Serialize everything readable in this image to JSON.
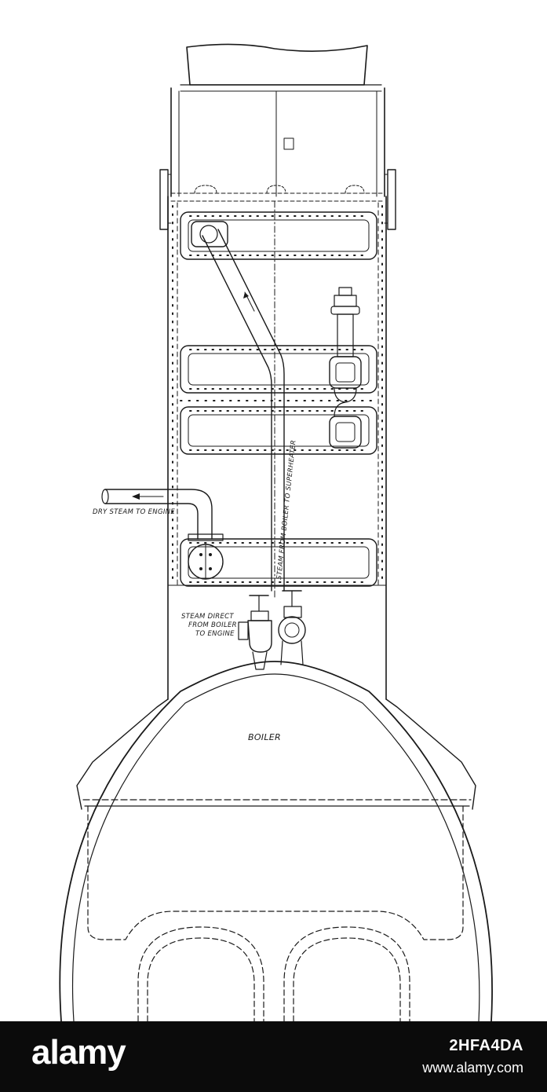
{
  "diagram": {
    "labels": {
      "dry_steam": "DRY STEAM TO ENGINE",
      "steam_pipe": "STEAM FROM BOILER TO SUPERHEATER",
      "direct_line1": "STEAM DIRECT",
      "direct_line2": "FROM BOILER",
      "direct_line3": "TO ENGINE",
      "boiler": "BOILER"
    }
  },
  "footer": {
    "brand": "alamy",
    "image_id": "2HFA4DA",
    "url": "www.alamy.com"
  },
  "colors": {
    "ink": "#1a1a1a",
    "footer_bg": "#0b0b0b",
    "footer_text": "#ffffff"
  }
}
